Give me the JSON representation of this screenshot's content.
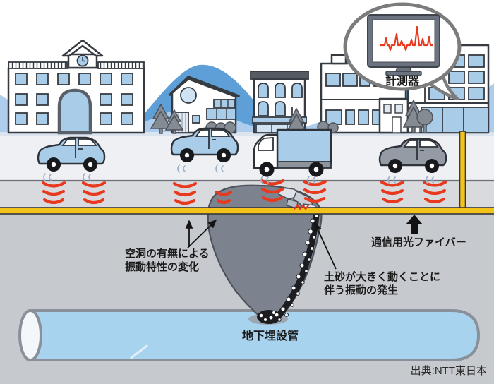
{
  "labels": {
    "instrument": "計測器",
    "cavity_line1": "空洞の有無による",
    "cavity_line2": "振動特性の変化",
    "fiber": "通信用光ファイバー",
    "soil_line1": "土砂が大きく動くことに",
    "soil_line2": "伴う振動の発生",
    "pipe": "地下埋設管",
    "source": "出典:NTT東日本"
  },
  "colors": {
    "red": "#e8391e",
    "yellow": "#f3c31b",
    "winblue": "#a9cde9",
    "mtn": "#5e9fd8",
    "foothill": "#aecdec",
    "cavity": "#7d838e",
    "pipe": "#a8d3ef",
    "under": "#c6c9ce",
    "asphalt": "#d8dade",
    "street": "#eef0f3",
    "sidewalk": "#dbe4ee",
    "ink": "#363b42",
    "monitor": "#6b7380",
    "bubble": "#7c7c7c",
    "carblue": "#a9cde9",
    "cardark": "#949ba5",
    "treegray": "#848b93"
  }
}
